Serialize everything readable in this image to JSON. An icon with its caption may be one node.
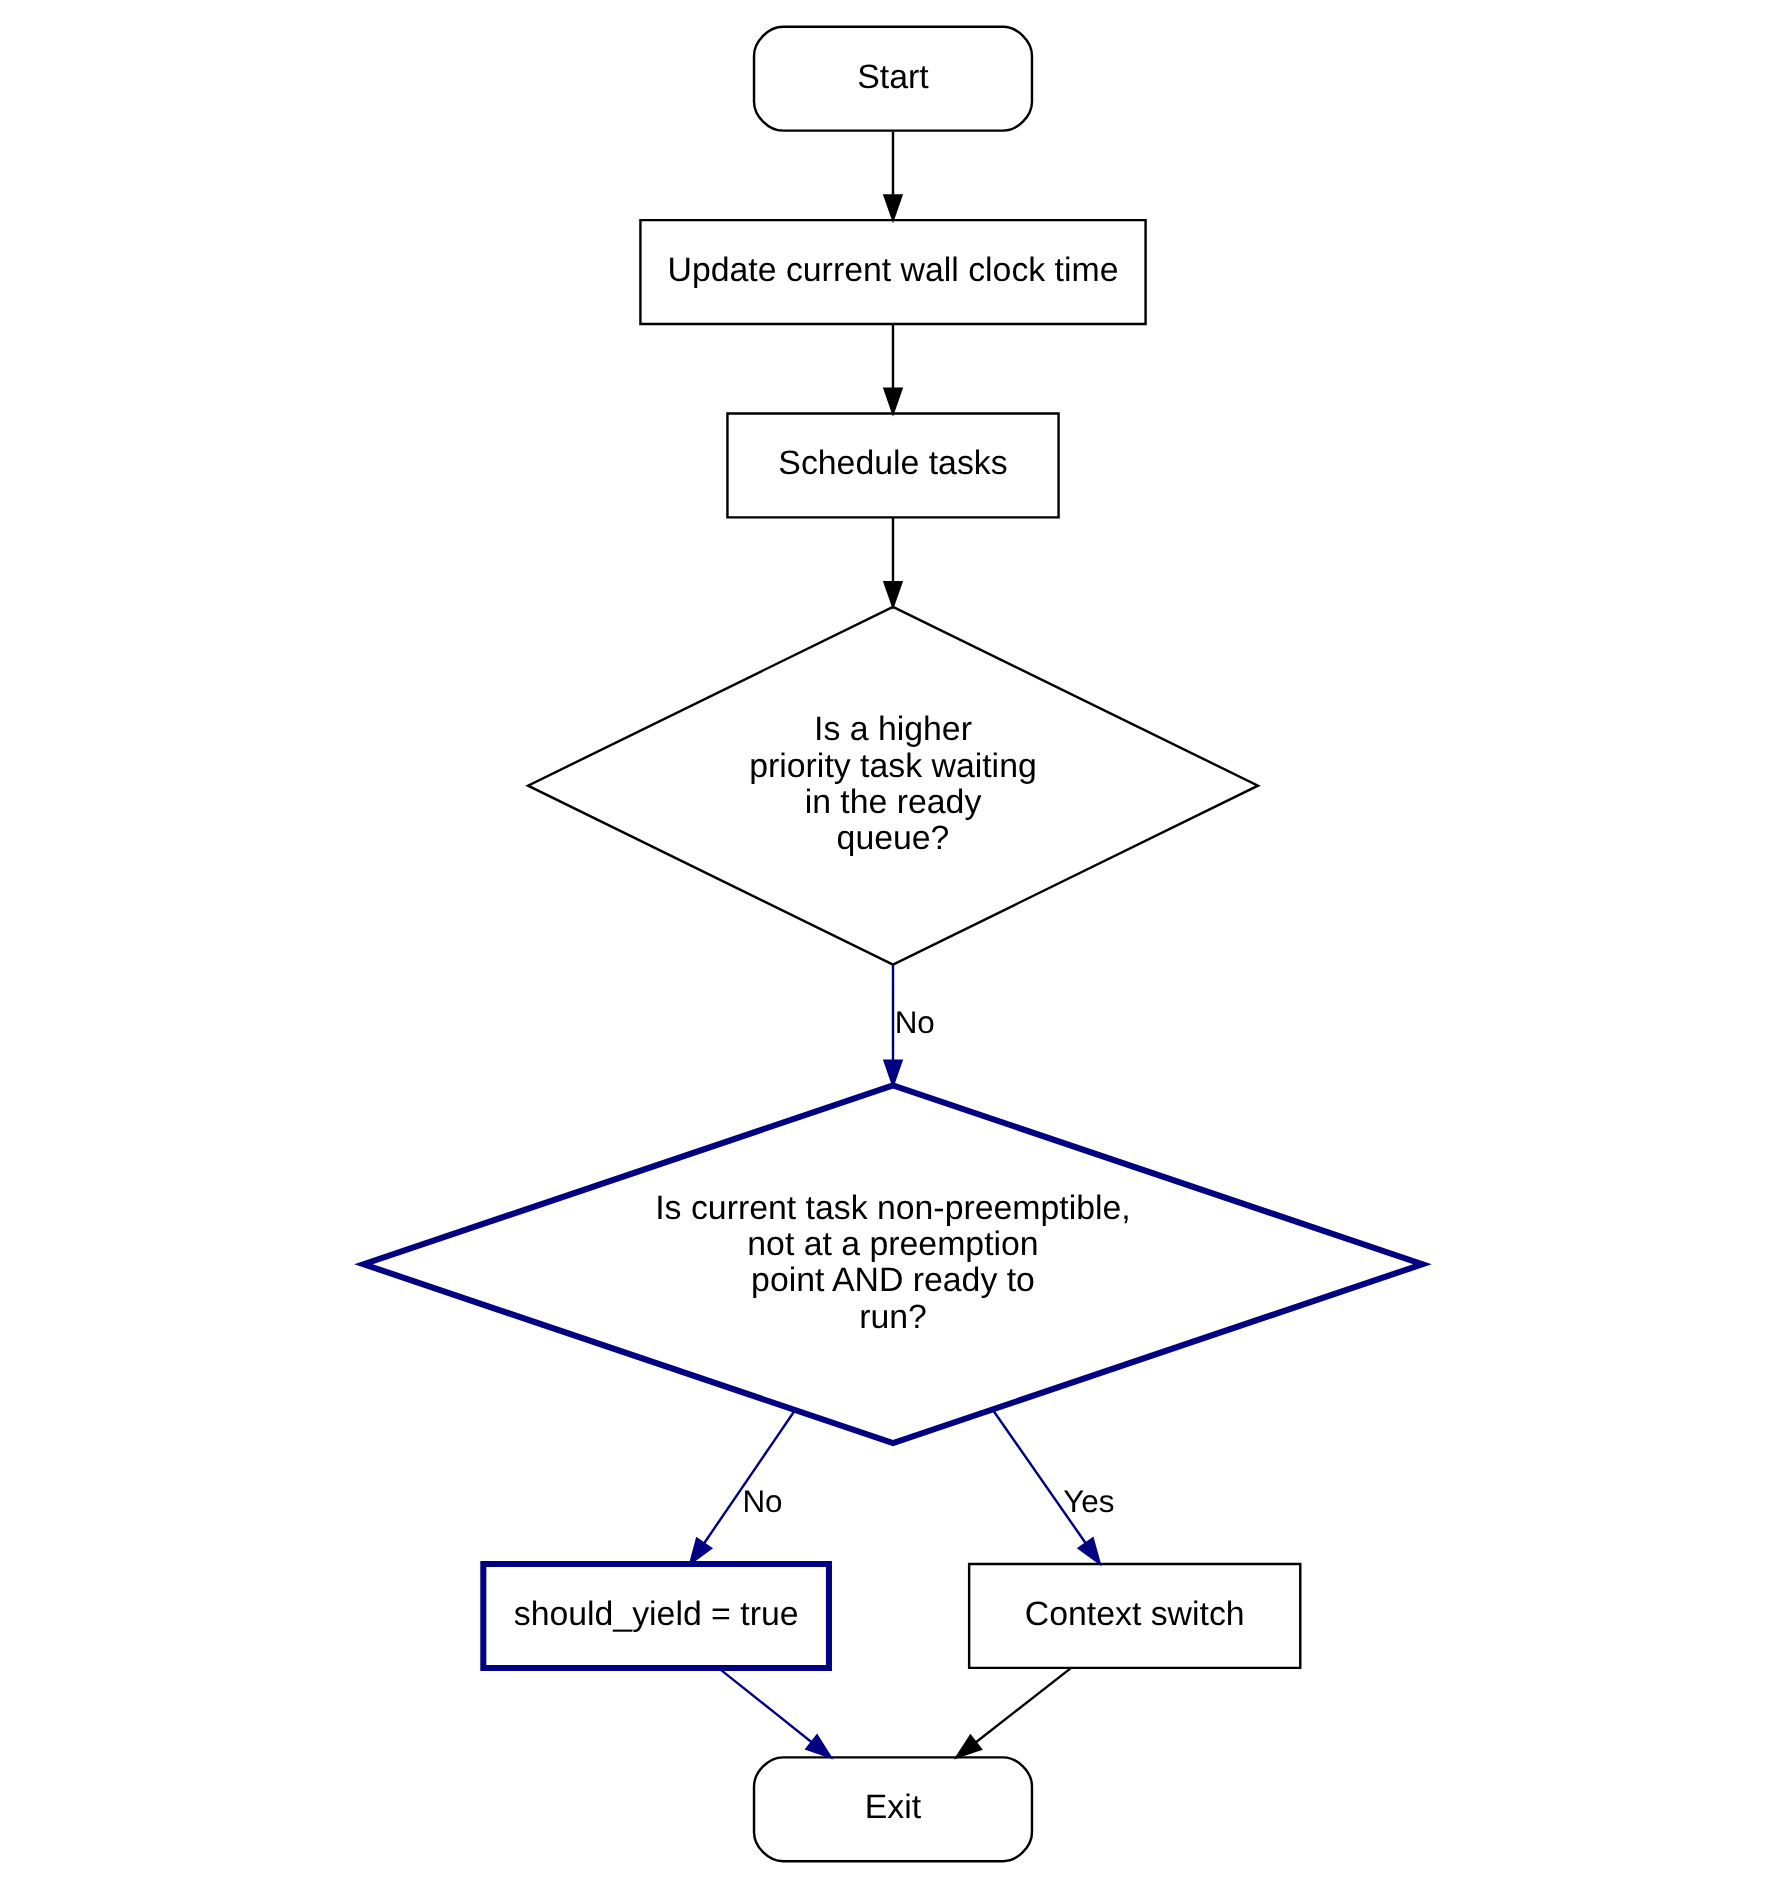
{
  "diagram": {
    "nodes": [
      {
        "text": [
          "Start"
        ]
      },
      {
        "text": [
          "Update current wall clock time"
        ]
      },
      {
        "text": [
          "Schedule tasks"
        ]
      },
      {
        "text": [
          "Is a higher priority task waiting in the ready queue?"
        ]
      },
      {
        "text": [
          "Is current task non-preemptible, not at a preemption point AND ready to run?"
        ]
      },
      {
        "text": [
          "should_yield = true"
        ]
      },
      {
        "text": [
          "Context switch"
        ]
      },
      {
        "text": [
          "Exit"
        ]
      }
    ],
    "edges": [
      {
        "from": 0,
        "to": 1,
        "arrow": "to"
      },
      {
        "from": 1,
        "to": 2,
        "arrow": "to"
      },
      {
        "from": 2,
        "to": 3,
        "arrow": "to"
      },
      {
        "from": 3,
        "to": 4,
        "arrow": "to",
        "label": "No",
        "color": "#000080"
      },
      {
        "from": 4,
        "to": 6,
        "arrow": "to",
        "label": "Yes",
        "color": "#000080"
      },
      {
        "from": 4,
        "to": 5,
        "arrow": "to",
        "label": "No",
        "color": "#000080"
      },
      {
        "from": 5,
        "to": 7,
        "arrow": "to",
        "color": "#000080"
      },
      {
        "from": 6,
        "to": 7,
        "arrow": "to"
      }
    ]
  }
}
